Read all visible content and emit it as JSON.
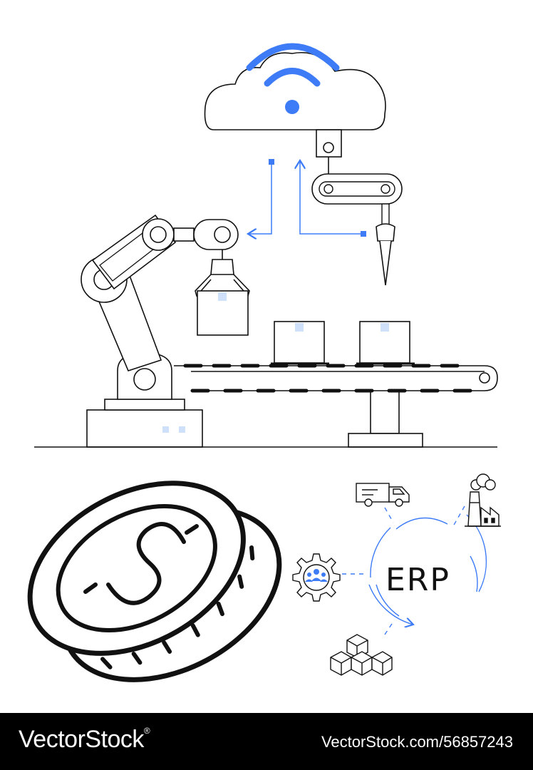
{
  "illustration": {
    "erp_label": "ERP",
    "icons": [
      "cloud-wifi-icon",
      "robot-arm-icon",
      "conveyor-belt-icon",
      "box-icon",
      "coin-dollar-icon",
      "truck-icon",
      "factory-icon",
      "gear-people-icon",
      "cubes-icon"
    ]
  },
  "footer": {
    "brand": "VectorStock",
    "brand_mark": "®",
    "image_id": "VectorStock.com/56857243"
  },
  "colors": {
    "accent": "#3D7BF7",
    "line": "#111111",
    "light_accent": "#CFE0FB",
    "footer_bg": "#000000"
  }
}
